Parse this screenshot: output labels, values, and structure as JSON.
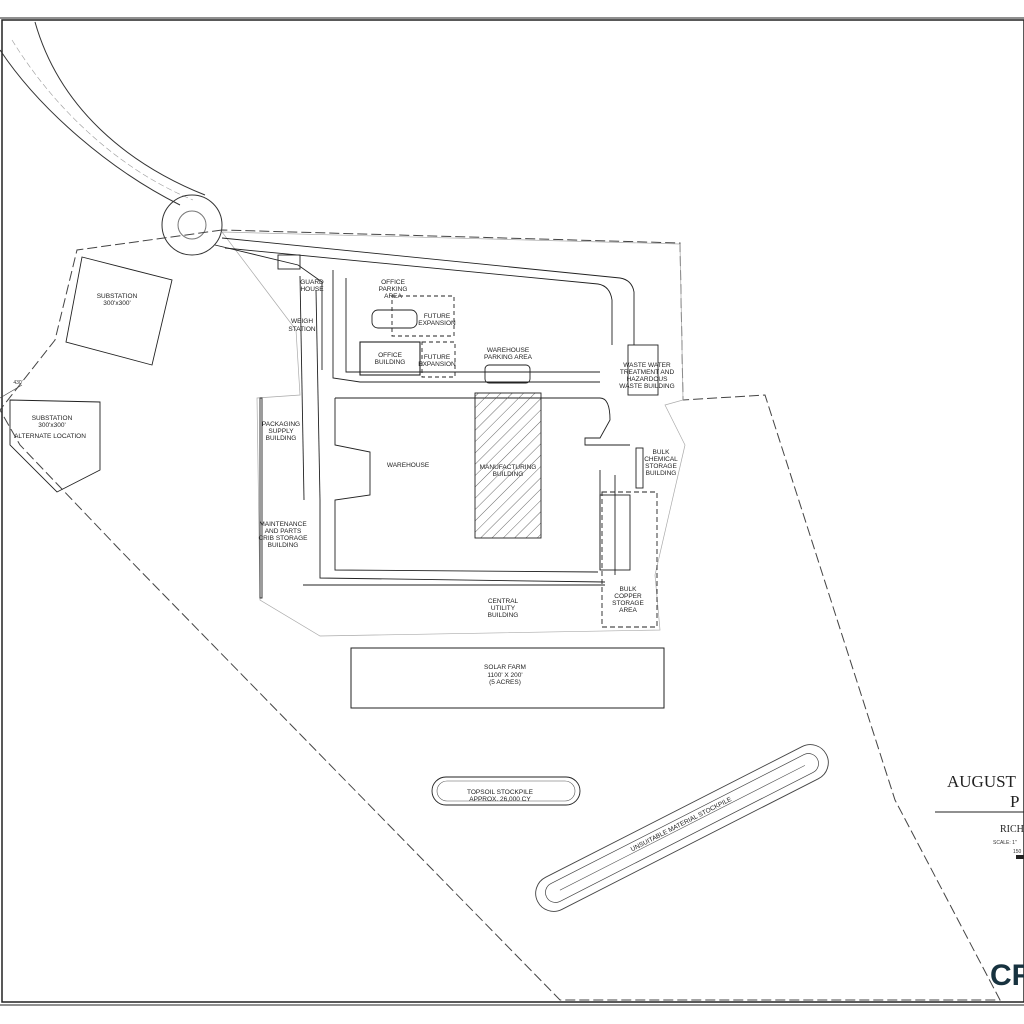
{
  "labels": {
    "substation": "SUBSTATION",
    "substation_size": "300'x300'",
    "substation_alt": "SUBSTATION",
    "substation_alt_size": "300'x300'",
    "alternate_location": "ALTERNATE LOCATION",
    "guard_1": "GUARD",
    "guard_2": "HOUSE",
    "weigh_1": "WEIGH",
    "weigh_2": "STATION",
    "office_parking_1": "OFFICE",
    "office_parking_2": "PARKING",
    "office_parking_3": "AREA",
    "future_exp_1": "FUTURE",
    "future_exp_2": "EXPANSION",
    "office_building_1": "OFFICE",
    "office_building_2": "BUILDING",
    "future2_1": "FUTURE",
    "future2_2": "EXPANSION",
    "warehouse_parking_1": "WAREHOUSE",
    "warehouse_parking_2": "PARKING AREA",
    "waste_1": "WASTE WATER",
    "waste_2": "TREATMENT AND",
    "waste_3": "HAZARDOUS",
    "waste_4": "WASTE BUILDING",
    "packaging_1": "PACKAGING",
    "packaging_2": "SUPPLY",
    "packaging_3": "BUILDING",
    "warehouse": "WAREHOUSE",
    "manufacturing_1": "MANUFACTURING",
    "manufacturing_2": "BUILDING",
    "bulk_chem_1": "BULK",
    "bulk_chem_2": "CHEMICAL",
    "bulk_chem_3": "STORAGE",
    "bulk_chem_4": "BUILDING",
    "maint_1": "MAINTENANCE",
    "maint_2": "AND PARTS",
    "maint_3": "CRIB STORAGE",
    "maint_4": "BUILDING",
    "bulk_copper_1": "BULK",
    "bulk_copper_2": "COPPER",
    "bulk_copper_3": "STORAGE",
    "bulk_copper_4": "AREA",
    "central_1": "CENTRAL",
    "central_2": "UTILITY",
    "central_3": "BUILDING",
    "solar_1": "SOLAR FARM",
    "solar_2": "1100' X 200'",
    "solar_3": "(5 ACRES)",
    "topsoil_1": "TOPSOIL STOCKPILE",
    "topsoil_2": "APPROX. 26,000 CY",
    "unsuitable": "UNSUITABLE MATERIAL STOCKPILE",
    "dim_430": "430'"
  },
  "title_block": {
    "title_line1": "AUGUST",
    "title_line2": "P",
    "subtitle": "RICH",
    "scale": "SCALE:  1\"",
    "scale_num": "150",
    "brand": "CF"
  },
  "colors": {
    "line": "#1a1a1a",
    "light_line": "#8a8a8a",
    "brand": "#17323f"
  }
}
